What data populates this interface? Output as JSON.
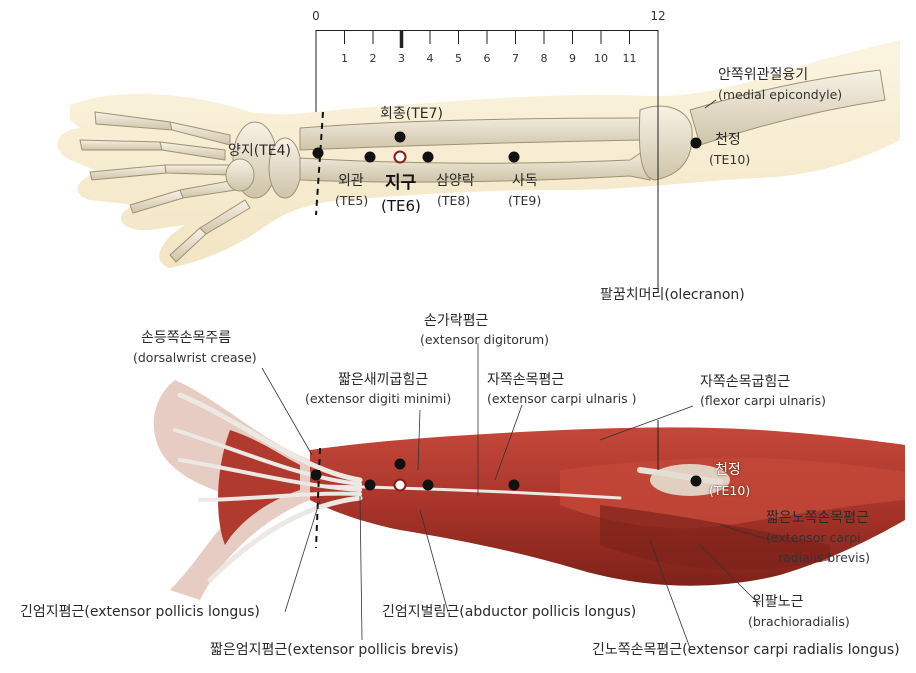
{
  "ruler": {
    "start": "0",
    "end": "12",
    "ticks": [
      "1",
      "2",
      "3",
      "4",
      "5",
      "6",
      "7",
      "8",
      "9",
      "10",
      "11"
    ],
    "highlight": "3"
  },
  "top_labels": {
    "yangji": "양지(TE4)",
    "hoejong_ko": "회종(TE7)",
    "oegwan_ko": "외관",
    "oegwan_code": "(TE5)",
    "jigu_ko": "지구",
    "jigu_code": "(TE6)",
    "samyangnak_ko": "삼양락",
    "samyangnak_code": "(TE8)",
    "sadok_ko": "사독",
    "sadok_code": "(TE9)",
    "medial_ko": "안쪽위관절융기",
    "medial_en": "(medial epicondyle)",
    "cheonjeong_ko": "천정",
    "cheonjeong_code": "(TE10)",
    "olecranon": "팔꿈치머리(olecranon)"
  },
  "bottom_labels": {
    "extensor_digitorum_ko": "손가락폄근",
    "extensor_digitorum_en": "(extensor digitorum)",
    "dorsal_crease_ko": "손등쪽손목주름",
    "dorsal_crease_en": "(dorsalwrist crease)",
    "edm_ko": "짧은새끼굽힘근",
    "edm_en": "(extensor digiti minimi)",
    "ecu_ko": "자쪽손목폄근",
    "ecu_en": "(extensor carpi ulnaris )",
    "fcu_ko": "자쪽손목굽힘근",
    "fcu_en": "(flexor carpi ulnaris)",
    "cheonjeong_ko": "천정",
    "cheonjeong_code": "(TE10)",
    "ecrb_ko": "짧은노쪽손목폄근",
    "ecrb_en1": "(extensor carpi",
    "ecrb_en2": "radialis brevis)",
    "epl": "긴엄지폄근(extensor pollicis longus)",
    "apl": "긴엄지벌림근(abductor pollicis longus)",
    "brachio_ko": "위팔노근",
    "brachio_en": "(brachioradialis)",
    "epb": "짧은엄지폄근(extensor pollicis brevis)",
    "ecrl": "긴노쪽손목폄근(extensor carpi radialis longus)"
  },
  "colors": {
    "skin": "#f6e9c8",
    "bone": "#eee6d2",
    "bone_shadow": "#b9ad93",
    "muscle": "#a8342a",
    "muscle_dark": "#7e2219",
    "tendon": "#e9e4df",
    "point": "#111111",
    "point_open": "#8b1a1a",
    "leader": "#333333"
  }
}
